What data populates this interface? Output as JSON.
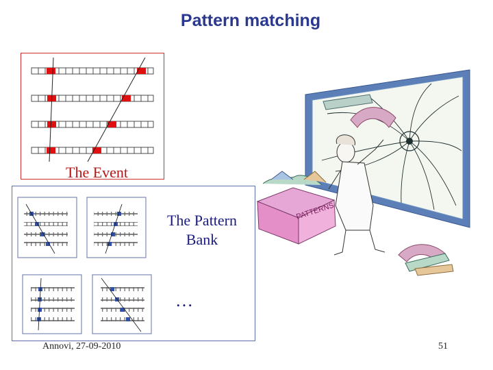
{
  "slide": {
    "title": "Pattern matching",
    "event_label": "The Event",
    "bank_label_line1": "The Pattern",
    "bank_label_line2": "Bank",
    "ellipsis": "…",
    "footer_author_date": "Annovi, 27-09-2010",
    "page_number": "51"
  },
  "colors": {
    "title": "#2a3890",
    "event_frame": "#d03030",
    "event_hit": "#e01010",
    "bank_frame": "#6070a8",
    "pattern_hit": "#3050a8"
  },
  "cartoon": {
    "box_label": "PATTERNS"
  }
}
